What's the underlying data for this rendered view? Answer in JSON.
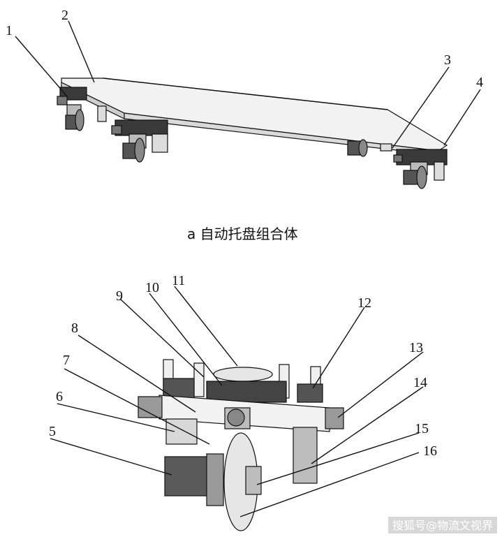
{
  "figure": {
    "caption_a": "a 自动托盘组合体",
    "labels": [
      "1",
      "2",
      "3",
      "4",
      "5",
      "6",
      "7",
      "8",
      "9",
      "10",
      "11",
      "12",
      "13",
      "14",
      "15",
      "16"
    ]
  },
  "watermark": "搜狐号@物流文视界"
}
